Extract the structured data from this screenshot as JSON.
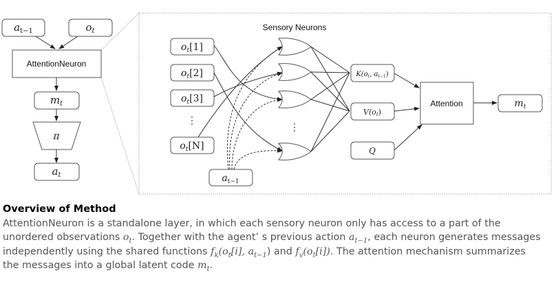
{
  "left_diagram": {
    "input_prev_action": "a",
    "input_prev_action_sub": "t−1",
    "input_obs": "o",
    "input_obs_sub": "t",
    "attention_neuron_label": "AttentionNeuron",
    "message": "m",
    "message_sub": "t",
    "policy": "π",
    "action": "a",
    "action_sub": "t"
  },
  "detail_diagram": {
    "title": "Sensory Neurons",
    "observations": [
      {
        "base": "o",
        "sub": "t",
        "idx": "[1]"
      },
      {
        "base": "o",
        "sub": "t",
        "idx": "[2]"
      },
      {
        "base": "o",
        "sub": "t",
        "idx": "[3]"
      },
      {
        "base": "o",
        "sub": "t",
        "idx": "[N]"
      }
    ],
    "ellipsis": "⋮",
    "prev_action": {
      "base": "a",
      "sub": "t−1"
    },
    "key_label": "K(o",
    "key_label_rest": ", a",
    "key_sub1": "t",
    "key_sub2": "t−1",
    "value_label": "V(o",
    "value_sub": "t",
    "query_label": "Q",
    "attention_label": "Attention",
    "output": {
      "base": "m",
      "sub": "t"
    }
  },
  "caption": {
    "title": "Overview of Method",
    "line1": "AttentionNeuron is a standalone layer, in which each sensory neuron only has access to a part of the",
    "line2_a": "unordered observations ",
    "line2_m1": "o",
    "line2_m1_sub": "t",
    "line2_b": ". Together with the agent’  s previous action ",
    "line2_m2": "a",
    "line2_m2_sub": "t−1",
    "line2_c": ", each neuron generates messages",
    "line3_a": "independently using the shared functions ",
    "line3_fk": "f",
    "line3_fk_sub": "k",
    "line3_fk_args": "(o",
    "line3_fk_args_sub": "t",
    "line3_fk_args2": "[i], a",
    "line3_fk_args2_sub": "t−1",
    "line3_b": ") and ",
    "line3_fv": "f",
    "line3_fv_sub": "v",
    "line3_fv_args": "(o",
    "line3_fv_args_sub": "t",
    "line3_fv_args2": "[i])",
    "line3_c": ". The attention mechanism summarizes",
    "line4_a": "the messages into a global latent code ",
    "line4_m": "m",
    "line4_m_sub": "t",
    "line4_b": "."
  }
}
